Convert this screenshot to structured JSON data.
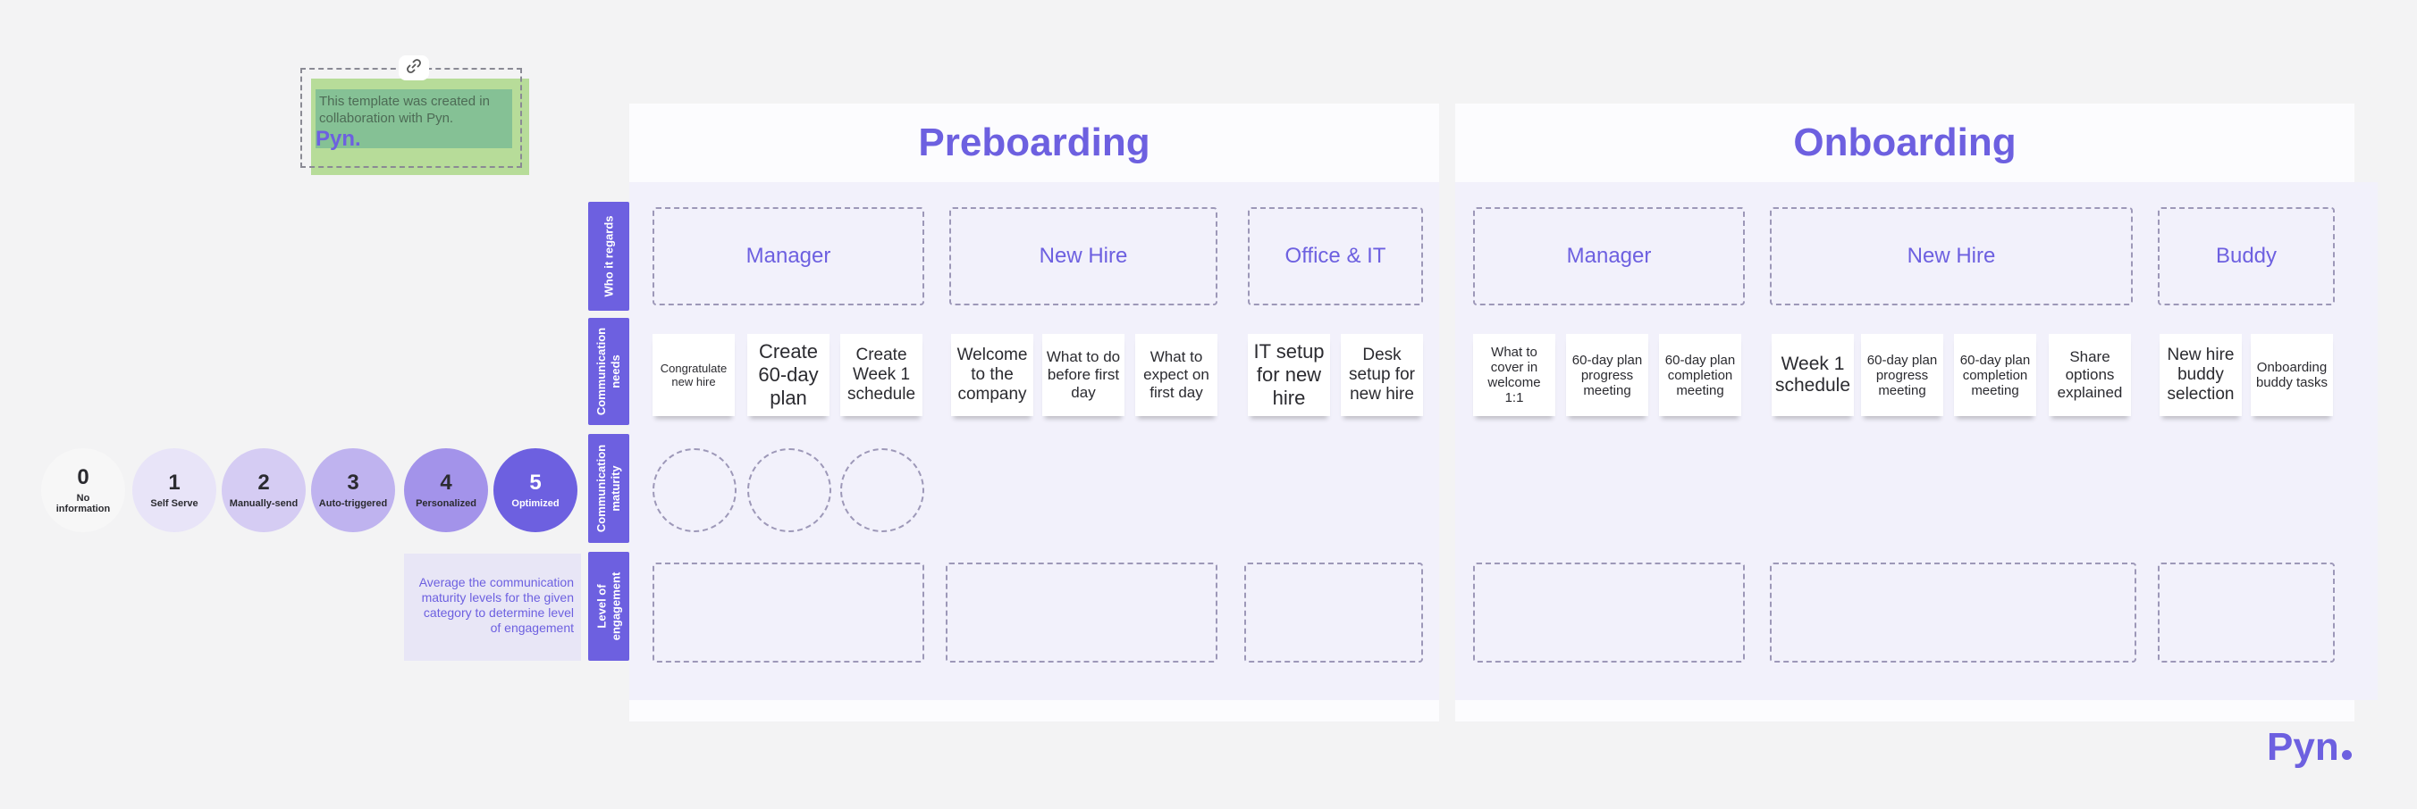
{
  "note": {
    "text": "This template was created in collaboration with Pyn.",
    "logo": "Pyn."
  },
  "link_icon": "link-icon",
  "phases": [
    {
      "title": "Preboarding"
    },
    {
      "title": "Onboarding"
    }
  ],
  "row_labels": {
    "who": "Who it regards",
    "needs": "Communication needs",
    "maturity": "Communication maturity",
    "engagement": "Level of engagement"
  },
  "groups": [
    {
      "label": "Manager",
      "stickies": [
        "Congratulate new hire",
        "Create 60-day plan",
        "Create Week 1 schedule"
      ]
    },
    {
      "label": "New Hire",
      "stickies": [
        "Welcome to the company",
        "What to do before first day",
        "What to expect on first day"
      ]
    },
    {
      "label": "Office & IT",
      "stickies": [
        "IT setup for new hire",
        "Desk setup for new hire"
      ]
    },
    {
      "label": "Manager",
      "stickies": [
        "What to cover in welcome 1:1",
        "60-day plan progress meeting",
        "60-day plan completion meeting"
      ]
    },
    {
      "label": "New Hire",
      "stickies": [
        "Week 1 schedule",
        "60-day plan progress meeting",
        "60-day plan completion meeting",
        "Share options explained"
      ]
    },
    {
      "label": "Buddy",
      "stickies": [
        "New hire buddy selection",
        "Onboarding buddy tasks"
      ]
    }
  ],
  "maturity_levels": [
    {
      "num": "0",
      "label": "No information",
      "color": "#f7f7f7"
    },
    {
      "num": "1",
      "label": "Self Serve",
      "color": "#e8e4f8"
    },
    {
      "num": "2",
      "label": "Manually-send",
      "color": "#d5ccf3"
    },
    {
      "num": "3",
      "label": "Auto-triggered",
      "color": "#bfb3ef"
    },
    {
      "num": "4",
      "label": "Personalized",
      "color": "#a393ea"
    },
    {
      "num": "5",
      "label": "Optimized",
      "color": "#6d60e0"
    }
  ],
  "avg_note": "Average the communication maturity levels for the given category to determine level of engagement",
  "brand": "Pyn",
  "accent": "#6d60e0"
}
